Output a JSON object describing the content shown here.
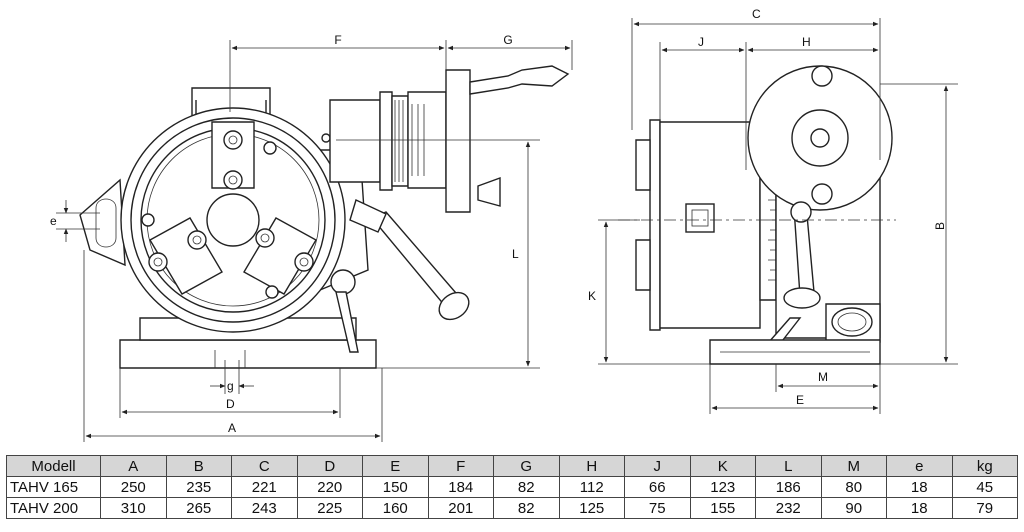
{
  "drawing": {
    "front_view_labels": {
      "F": "F",
      "G": "G",
      "L": "L",
      "e": "e",
      "g": "g",
      "D": "D",
      "A": "A"
    },
    "side_view_labels": {
      "C": "C",
      "J": "J",
      "H": "H",
      "B": "B",
      "K": "K",
      "M": "M",
      "E": "E"
    }
  },
  "table": {
    "headers": [
      "Modell",
      "A",
      "B",
      "C",
      "D",
      "E",
      "F",
      "G",
      "H",
      "J",
      "K",
      "L",
      "M",
      "e",
      "kg"
    ],
    "rows": [
      [
        "TAHV 165",
        "250",
        "235",
        "221",
        "220",
        "150",
        "184",
        "82",
        "112",
        "66",
        "123",
        "186",
        "80",
        "18",
        "45"
      ],
      [
        "TAHV 200",
        "310",
        "265",
        "243",
        "225",
        "160",
        "201",
        "82",
        "125",
        "75",
        "155",
        "232",
        "90",
        "18",
        "79"
      ]
    ]
  }
}
